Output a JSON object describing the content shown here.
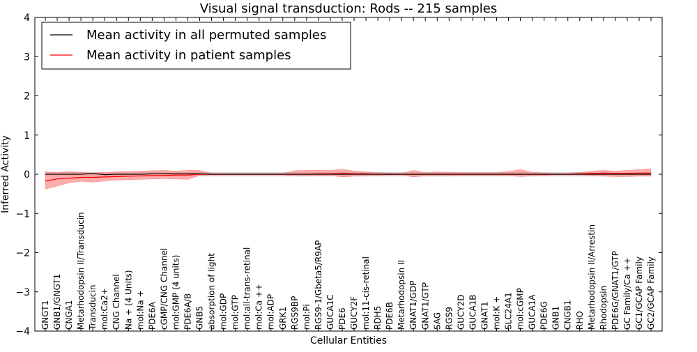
{
  "chart_data": {
    "type": "line",
    "title": "Visual signal transduction: Rods -- 215 samples",
    "xlabel": "Cellular Entities",
    "ylabel": "Inferred Activity",
    "ylim": [
      -4,
      4
    ],
    "yticks": [
      -4,
      -3,
      -2,
      -1,
      0,
      1,
      2,
      3,
      4
    ],
    "ytick_labels": [
      "−4",
      "−3",
      "−2",
      "−1",
      "0",
      "1",
      "2",
      "3",
      "4"
    ],
    "grid": false,
    "legend_position": "top-left",
    "categories": [
      "GNGT1",
      "GNB1/GNGT1",
      "CNGA1",
      "Metarhodopsin II/Transducin",
      "Transducin",
      "mol:Ca2+",
      "CNG Channel",
      "Na + (4 Units)",
      "mol:Na +",
      "PDE6A",
      "cGMP/CNG Channel",
      "mol:GMP (4 units)",
      "PDE6A/B",
      "GNB5",
      "absorption of light",
      "mol:GDP",
      "mol:GTP",
      "mol:all-trans-retinal",
      "mol:Ca ++",
      "mol:ADP",
      "GRK1",
      "RGS9BP",
      "mol:Pi",
      "RGS9-1/Gbeta5/R9AP",
      "GUCA1C",
      "PDE6",
      "GUCY2F",
      "mol:11-cis-retinal",
      "RDH5",
      "PDE6B",
      "Metarhodopsin II",
      "GNAT1/GDP",
      "GNAT1/GTP",
      "SAG",
      "RGS9",
      "GUCY2D",
      "GUCA1B",
      "GNAT1",
      "mol:K +",
      "SLC24A1",
      "mol:cGMP",
      "GUCA1A",
      "PDE6G",
      "GNB1",
      "CNGB1",
      "RHO",
      "Metarhodopsin II/Arrestin",
      "Rhodopsin",
      "PDE6G/GNAT1/GTP",
      "GC Family/Ca ++",
      "GC1/GCAP Family",
      "GC2/GCAP Family"
    ],
    "series": [
      {
        "name": "Mean activity in all permuted samples",
        "color": "#000000",
        "band_color": "#c8c8c8",
        "values": [
          0.0,
          0.0,
          0.0,
          0.0,
          0.02,
          -0.01,
          0.0,
          0.0,
          0.0,
          0.01,
          0.01,
          0.01,
          0.01,
          0.01,
          0.0,
          0.0,
          0.0,
          0.0,
          0.0,
          0.0,
          0.0,
          0.0,
          0.0,
          0.0,
          0.0,
          0.0,
          0.0,
          0.0,
          0.0,
          0.0,
          0.0,
          0.0,
          0.0,
          0.0,
          0.0,
          0.0,
          0.0,
          0.0,
          0.0,
          0.0,
          0.0,
          0.0,
          0.0,
          0.0,
          0.0,
          0.0,
          0.0,
          0.0,
          0.0,
          0.0,
          0.0,
          0.0
        ],
        "lower": [
          -0.05,
          -0.05,
          -0.05,
          -0.05,
          -0.05,
          -0.05,
          -0.05,
          -0.05,
          -0.05,
          -0.05,
          -0.05,
          -0.05,
          -0.05,
          -0.05,
          -0.05,
          -0.05,
          -0.05,
          -0.05,
          -0.05,
          -0.05,
          -0.05,
          -0.05,
          -0.05,
          -0.05,
          -0.05,
          -0.05,
          -0.05,
          -0.05,
          -0.05,
          -0.05,
          -0.05,
          -0.05,
          -0.05,
          -0.05,
          -0.05,
          -0.05,
          -0.05,
          -0.05,
          -0.05,
          -0.05,
          -0.05,
          -0.05,
          -0.05,
          -0.05,
          -0.05,
          -0.05,
          -0.05,
          -0.05,
          -0.05,
          -0.05,
          -0.05,
          -0.05
        ],
        "upper": [
          0.05,
          0.05,
          0.05,
          0.05,
          0.05,
          0.05,
          0.05,
          0.05,
          0.05,
          0.05,
          0.05,
          0.05,
          0.05,
          0.05,
          0.05,
          0.05,
          0.05,
          0.05,
          0.05,
          0.05,
          0.05,
          0.05,
          0.05,
          0.05,
          0.05,
          0.05,
          0.05,
          0.05,
          0.05,
          0.05,
          0.05,
          0.05,
          0.05,
          0.05,
          0.05,
          0.05,
          0.05,
          0.05,
          0.05,
          0.05,
          0.05,
          0.05,
          0.05,
          0.05,
          0.05,
          0.05,
          0.05,
          0.05,
          0.05,
          0.05,
          0.05,
          0.05
        ]
      },
      {
        "name": "Mean activity in patient samples",
        "color": "#ff0000",
        "band_color": "#ff8080",
        "values": [
          -0.17,
          -0.12,
          -0.1,
          -0.08,
          -0.08,
          -0.07,
          -0.06,
          -0.05,
          -0.04,
          -0.03,
          -0.03,
          -0.02,
          -0.02,
          0.0,
          0.0,
          0.0,
          0.0,
          0.0,
          0.0,
          0.0,
          0.0,
          0.0,
          0.0,
          0.01,
          0.01,
          0.02,
          0.01,
          0.01,
          0.0,
          0.0,
          0.0,
          0.0,
          0.0,
          0.0,
          0.0,
          0.0,
          0.0,
          0.0,
          0.0,
          0.0,
          0.0,
          0.0,
          0.0,
          0.0,
          0.0,
          0.01,
          0.02,
          0.03,
          0.02,
          0.02,
          0.03,
          0.03
        ],
        "lower": [
          -0.38,
          -0.3,
          -0.22,
          -0.18,
          -0.2,
          -0.17,
          -0.15,
          -0.14,
          -0.13,
          -0.12,
          -0.11,
          -0.12,
          -0.13,
          -0.03,
          -0.02,
          -0.02,
          -0.02,
          -0.02,
          -0.02,
          -0.02,
          -0.02,
          -0.04,
          -0.04,
          -0.03,
          -0.03,
          -0.07,
          -0.05,
          -0.04,
          -0.03,
          -0.02,
          -0.02,
          -0.07,
          -0.04,
          -0.04,
          -0.04,
          -0.03,
          -0.03,
          -0.03,
          -0.03,
          -0.03,
          -0.06,
          -0.04,
          -0.03,
          -0.02,
          -0.02,
          -0.02,
          -0.03,
          -0.05,
          -0.06,
          -0.06,
          -0.05,
          -0.05
        ],
        "upper": [
          0.06,
          0.05,
          0.07,
          0.05,
          0.03,
          0.05,
          0.06,
          0.07,
          0.08,
          0.09,
          0.1,
          0.08,
          0.1,
          0.1,
          0.02,
          0.02,
          0.02,
          0.02,
          0.02,
          0.02,
          0.02,
          0.09,
          0.1,
          0.1,
          0.1,
          0.13,
          0.08,
          0.06,
          0.04,
          0.03,
          0.02,
          0.1,
          0.04,
          0.06,
          0.05,
          0.04,
          0.04,
          0.04,
          0.04,
          0.07,
          0.12,
          0.05,
          0.03,
          0.02,
          0.02,
          0.05,
          0.08,
          0.1,
          0.08,
          0.1,
          0.12,
          0.14
        ]
      }
    ]
  }
}
